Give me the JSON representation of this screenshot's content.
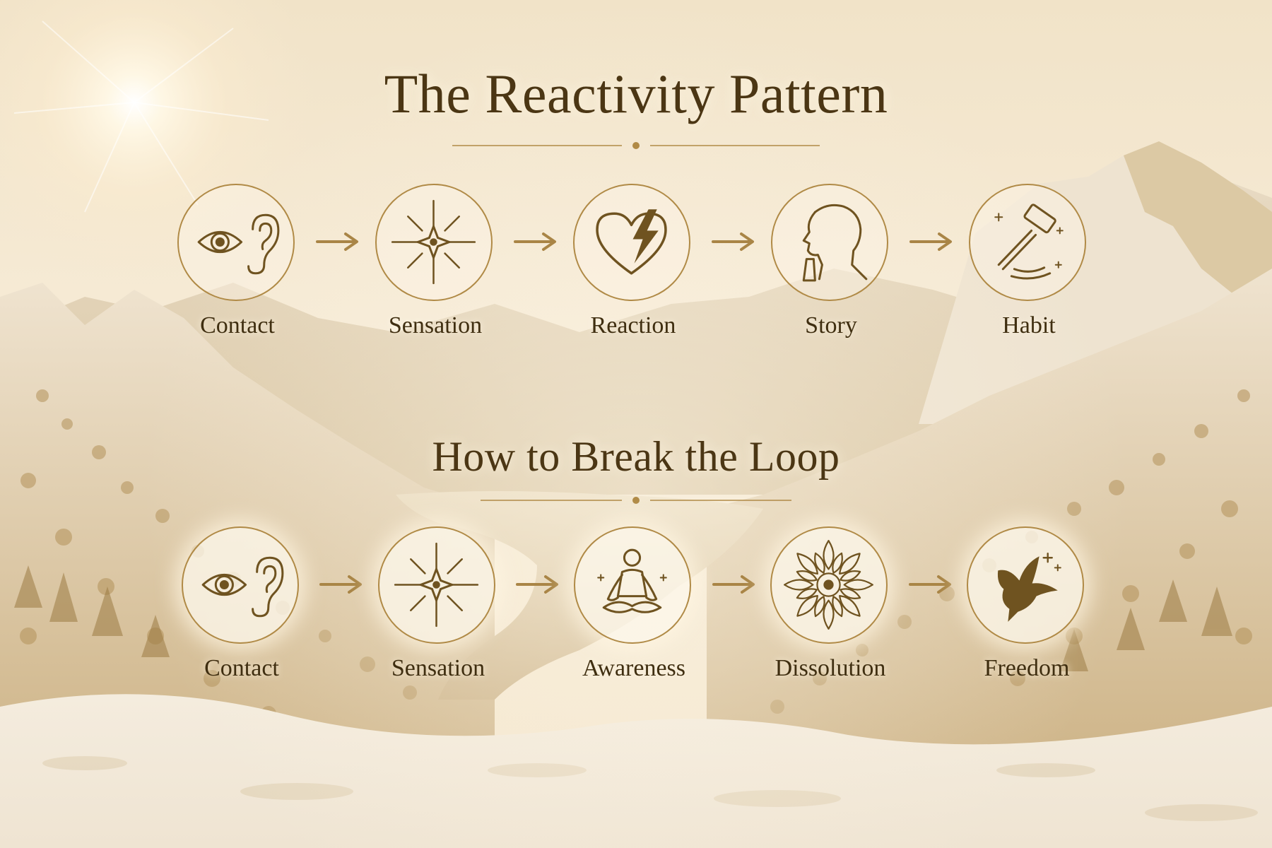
{
  "diagram": {
    "sections": [
      {
        "title": "The Reactivity Pattern",
        "steps": [
          {
            "label": "Contact",
            "icon": "eye-ear-icon"
          },
          {
            "label": "Sensation",
            "icon": "sparkle-icon"
          },
          {
            "label": "Reaction",
            "icon": "lightning-heart-icon"
          },
          {
            "label": "Story",
            "icon": "head-profile-icon"
          },
          {
            "label": "Habit",
            "icon": "gavel-icon"
          }
        ]
      },
      {
        "title": "How to Break the Loop",
        "steps": [
          {
            "label": "Contact",
            "icon": "eye-ear-icon"
          },
          {
            "label": "Sensation",
            "icon": "sparkle-icon"
          },
          {
            "label": "Awareness",
            "icon": "meditation-icon"
          },
          {
            "label": "Dissolution",
            "icon": "lotus-mandala-icon"
          },
          {
            "label": "Freedom",
            "icon": "dove-icon"
          }
        ]
      }
    ],
    "colors": {
      "gold": "#b08a46",
      "dark_gold": "#8a6a2e",
      "text": "#4b3614",
      "sky": "#f6ead4",
      "snow": "#f7f1e6"
    }
  }
}
